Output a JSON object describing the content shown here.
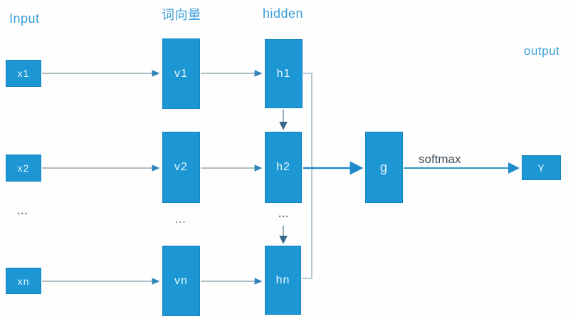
{
  "labels": {
    "input": "Input",
    "word_vector": "词向量",
    "hidden": "hidden",
    "output": "output",
    "softmax": "softmax"
  },
  "nodes": {
    "x1": "x1",
    "x2": "x2",
    "xn": "xn",
    "v1": "v1",
    "v2": "v2",
    "vn": "vn",
    "h1": "h1",
    "h2": "h2",
    "hn": "hn",
    "g": "g",
    "y": "Y"
  },
  "ellipsis": {
    "input": "...",
    "vector": "...",
    "hidden": "..."
  },
  "edges": [
    {
      "from": "x1",
      "to": "v1"
    },
    {
      "from": "x2",
      "to": "v2"
    },
    {
      "from": "xn",
      "to": "vn"
    },
    {
      "from": "v1",
      "to": "h1"
    },
    {
      "from": "v2",
      "to": "h2"
    },
    {
      "from": "vn",
      "to": "hn"
    },
    {
      "from": "h1",
      "to": "h2"
    },
    {
      "from": "ellipsis-hidden",
      "to": "hn"
    },
    {
      "from": "h1",
      "to": "g",
      "via": "side-connector"
    },
    {
      "from": "hn",
      "to": "g",
      "via": "side-connector"
    },
    {
      "from": "h2",
      "to": "g"
    },
    {
      "from": "g",
      "to": "Y",
      "label": "softmax"
    }
  ],
  "colors": {
    "node_fill": "#1d97d3",
    "node_border": "#1285c0",
    "node_text": "#e4f6fd",
    "label_blue": "#3b9fd8",
    "softmax_text": "#3f4d59",
    "arrow_blue": "#1f8bcb",
    "arrow_teal": "#2b9ac2",
    "thin_line_gray": "#8096a3",
    "loop_line_gray": "#9db8c6"
  }
}
